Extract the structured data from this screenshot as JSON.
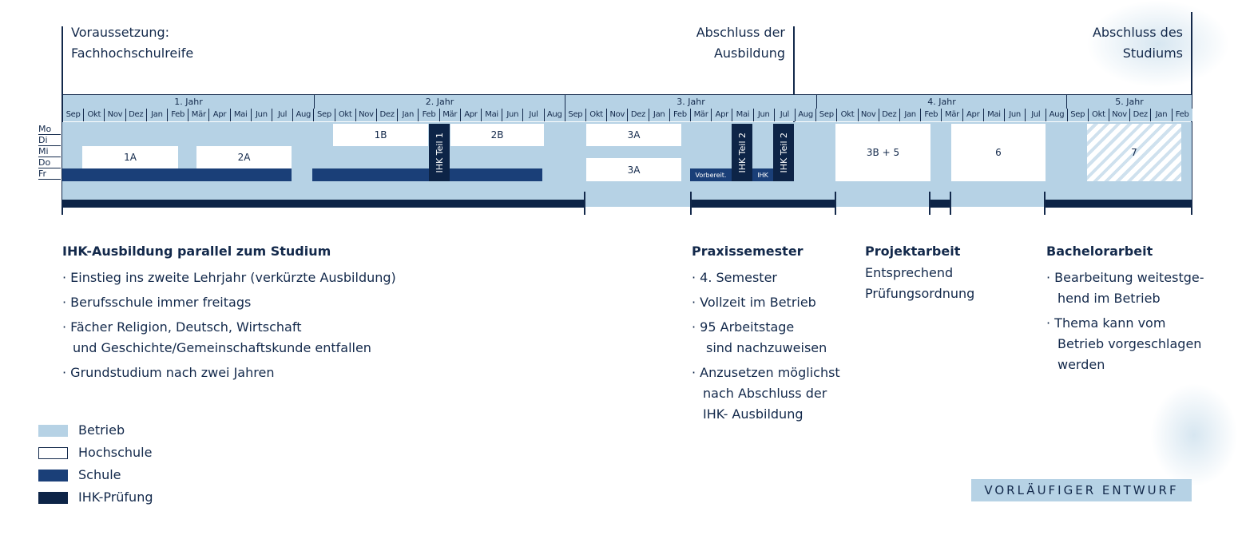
{
  "milestones": {
    "start": [
      "Voraussetzung:",
      "Fachhochschulreife"
    ],
    "ausbildung_end": [
      "Abschluss der",
      "Ausbildung"
    ],
    "studium_end": [
      "Abschluss des",
      "Studiums"
    ]
  },
  "years": [
    "1. Jahr",
    "2. Jahr",
    "3. Jahr",
    "4. Jahr",
    "5. Jahr"
  ],
  "months_first": [
    "Sep",
    "Okt",
    "Nov",
    "Dez",
    "Jan",
    "Feb",
    "Mär",
    "Apr",
    "Mai",
    "Jun",
    "Jul",
    "Aug"
  ],
  "months_last": [
    "Sep",
    "Okt",
    "Nov",
    "Dez",
    "Jan",
    "Feb"
  ],
  "weekdays": [
    "Mo",
    "Di",
    "Mi",
    "Do",
    "Fr"
  ],
  "blocks": {
    "a1": "1A",
    "a2": "2A",
    "b1": "1B",
    "b2": "2B",
    "ihk1": "IHK Teil 1",
    "s3a_top": "3A",
    "s3a_bottom": "3A",
    "vorbereit": "Vorbereit.",
    "ihk2a": "IHK Teil 2",
    "ihk_small": "IHK",
    "ihk2b": "IHK Teil 2",
    "b3": "3B + 5",
    "s6": "6",
    "s7": "7"
  },
  "sections": {
    "ihk_ausbildung": {
      "title": "IHK-Ausbildung parallel zum Studium",
      "items": [
        "· Einstieg ins zweite Lehrjahr (verkürzte Ausbildung)",
        "· Berufsschule immer freitags",
        "· Fächer Religion, Deutsch, Wirtschaft",
        "und Geschichte/Gemeinschaftskunde entfallen",
        "· Grundstudium nach zwei Jahren"
      ]
    },
    "praxissemester": {
      "title": "Praxissemester",
      "items": [
        "· 4. Semester",
        "· Vollzeit im Betrieb",
        "· 95 Arbeitstage",
        "sind nachzuweisen",
        "· Anzusetzen möglichst",
        "nach Abschluss der",
        "IHK- Ausbildung"
      ]
    },
    "projektarbeit": {
      "title": "Projektarbeit",
      "text": [
        "Entsprechend",
        "Prüfungsordnung"
      ]
    },
    "bachelorarbeit": {
      "title": "Bachelorarbeit",
      "items": [
        "· Bearbeitung weitestge-",
        "hend im Betrieb",
        "· Thema kann vom",
        "Betrieb vorgeschlagen",
        "werden"
      ]
    }
  },
  "legend": [
    {
      "label": "Betrieb",
      "color": "#b6d2e5"
    },
    {
      "label": "Hochschule",
      "color": "#ffffff"
    },
    {
      "label": "Schule",
      "color": "#1a3f78"
    },
    {
      "label": "IHK-Prüfung",
      "color": "#0d2447"
    }
  ],
  "draft_label": "VORLÄUFIGER ENTWURF"
}
